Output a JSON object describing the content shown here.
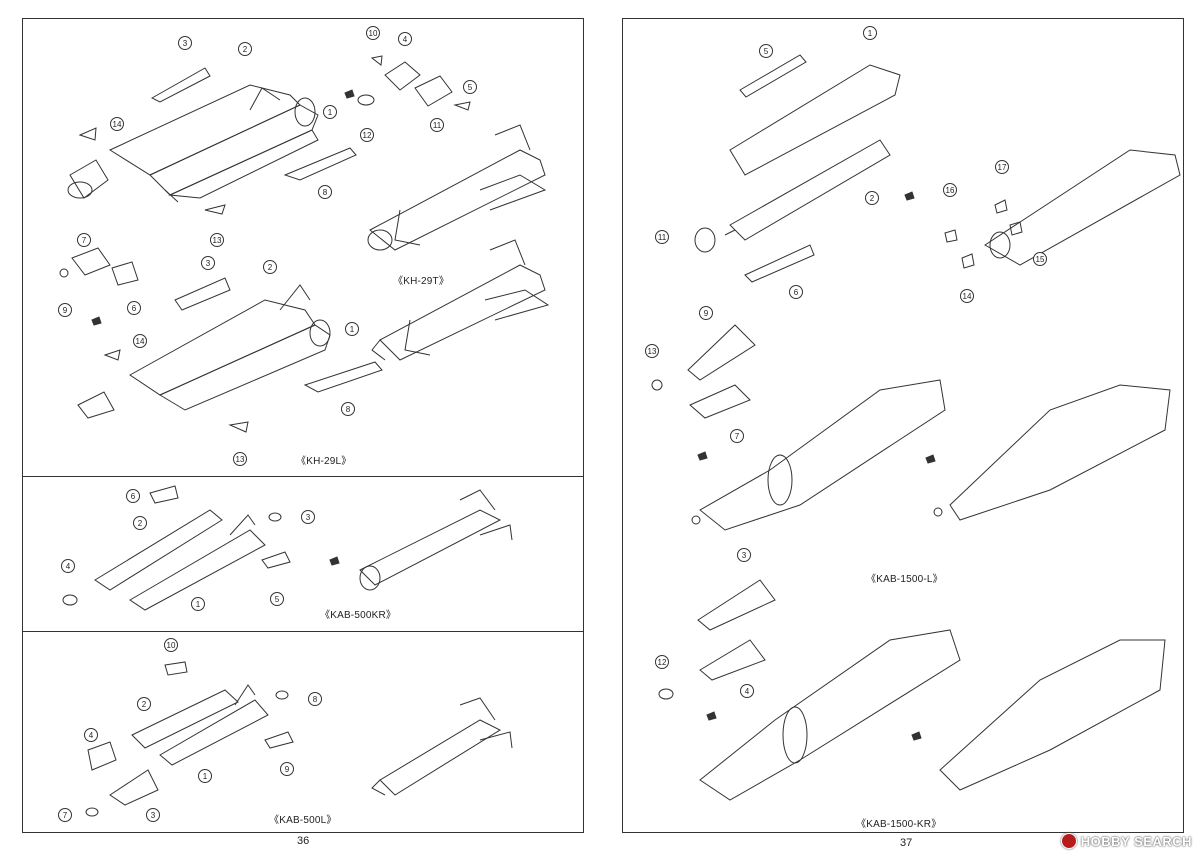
{
  "left_page": {
    "page_number": "36",
    "sections": [
      {
        "caption": "《KH-29T》"
      },
      {
        "caption": "《KH-29L》"
      },
      {
        "caption": "《KAB-500KR》"
      },
      {
        "caption": "《KAB-500L》"
      }
    ],
    "part_numbers": {
      "kh29t": [
        "3",
        "2",
        "10",
        "4",
        "14",
        "1",
        "12",
        "5",
        "11",
        "8"
      ],
      "kh29l": [
        "13",
        "7",
        "9",
        "6",
        "3",
        "2",
        "14",
        "1",
        "8",
        "13"
      ],
      "kab500kr": [
        "6",
        "2",
        "3",
        "4",
        "1",
        "5"
      ],
      "kab500l": [
        "10",
        "2",
        "8",
        "4",
        "1",
        "9",
        "7",
        "3"
      ]
    }
  },
  "right_page": {
    "page_number": "37",
    "sections": [
      {
        "caption": "《KAB-1500-L》"
      },
      {
        "caption": "《KAB-1500-KR》"
      }
    ],
    "part_numbers": {
      "kab1500l": [
        "5",
        "1",
        "17",
        "16",
        "2",
        "11",
        "15",
        "14",
        "6",
        "9",
        "13",
        "7"
      ],
      "kab1500kr": [
        "3",
        "12",
        "4"
      ]
    }
  },
  "watermark": {
    "text": "HOBBY SEARCH"
  }
}
